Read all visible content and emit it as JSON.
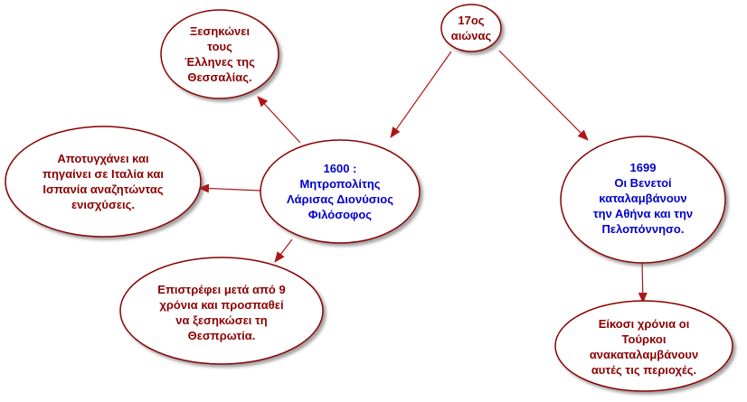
{
  "colors": {
    "node_fill": "#ffffff",
    "node_stroke": "#8b0000",
    "arrow": "#b01515",
    "text_red": "#8b0000",
    "text_blue": "#0000cc"
  },
  "nodes": {
    "century": {
      "text": "17ος\nαιώνας"
    },
    "greeks": {
      "text": "Ξεσηκώνει\nτους\nΈλληνες της\nΘεσσαλίας."
    },
    "fails": {
      "text": "Αποτυγχάνει και\nπηγαίνει σε Ιταλία και\nΙσπανία αναζητώντας\nενισχύσεις."
    },
    "dionysios": {
      "text": "1600 :\nΜητροπολίτης\nΛάρισας Διονύσιος\nΦιλόσοφος"
    },
    "venetians": {
      "text": "1699\nΟι Βενετοί\nκαταλαμβάνουν\nτην Αθήνα και την\nΠελοπόννησο."
    },
    "returns": {
      "text": "Επιστρέφει μετά από 9\nχρόνια και προσπαθεί\nνα ξεσηκώσει τη\nΘεσπρωτία."
    },
    "turks": {
      "text": "Είκοσι χρόνια οι\nΤούρκοι\nανακαταλαμβάνουν\nαυτές τις περιοχές."
    }
  }
}
